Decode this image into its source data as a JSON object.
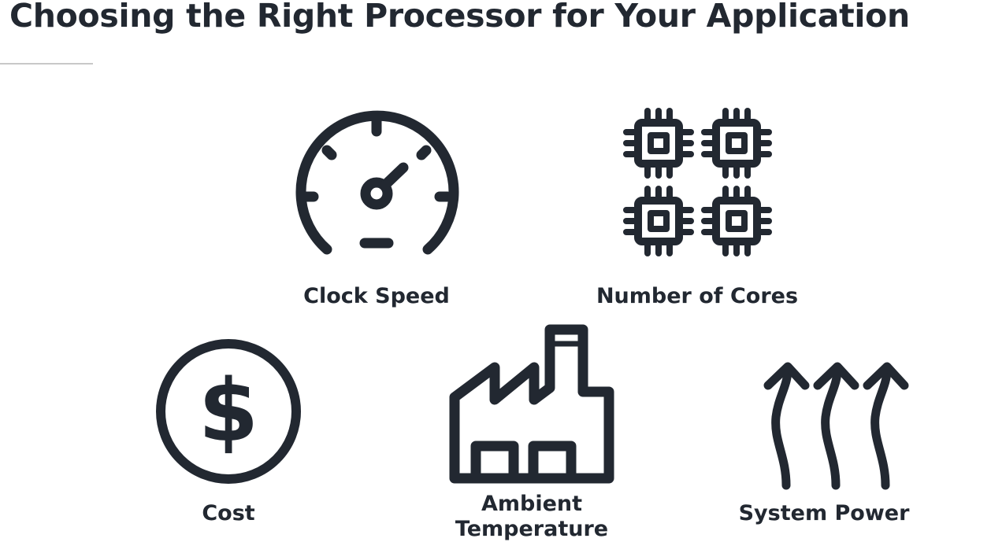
{
  "title": "Choosing the Right Processor for Your Application",
  "factors": {
    "clock_speed": {
      "label": "Clock Speed",
      "icon": "speedometer-icon"
    },
    "cores": {
      "label": "Number of Cores",
      "icon": "cpu-chips-icon"
    },
    "cost": {
      "label": "Cost",
      "icon": "dollar-coin-icon"
    },
    "ambient": {
      "label_line1": "Ambient",
      "label_line2": "Temperature",
      "icon": "factory-icon"
    },
    "power": {
      "label": "System Power",
      "icon": "heat-arrows-icon"
    }
  },
  "colors": {
    "text": "#222831",
    "icon": "#222831",
    "rule": "#c8c8c8",
    "background": "#ffffff"
  }
}
